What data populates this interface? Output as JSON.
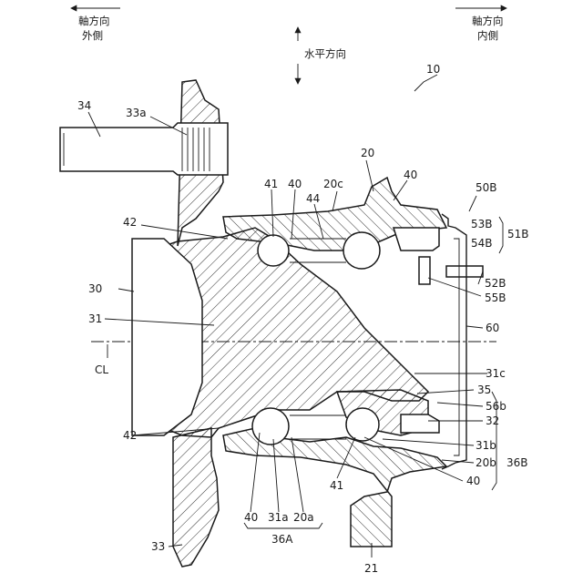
{
  "directions": {
    "axial_outer_line1": "軸方向",
    "axial_outer_line2": "外側",
    "horizontal": "水平方向",
    "axial_inner_line1": "軸方向",
    "axial_inner_line2": "内側"
  },
  "labels": {
    "ref_10": "10",
    "ref_34": "34",
    "ref_33a": "33a",
    "ref_20": "20",
    "ref_40_top_right": "40",
    "ref_41_top": "41",
    "ref_40_top": "40",
    "ref_20c": "20c",
    "ref_44": "44",
    "ref_50B": "50B",
    "ref_42": "42",
    "ref_53B": "53B",
    "ref_54B": "54B",
    "ref_51B": "51B",
    "ref_30": "30",
    "ref_52B": "52B",
    "ref_55B": "55B",
    "ref_31": "31",
    "ref_60": "60",
    "ref_CL": "CL",
    "ref_31c": "31c",
    "ref_35": "35",
    "ref_56b": "56b",
    "ref_32": "32",
    "ref_42_bottom": "42",
    "ref_31b": "31b",
    "ref_20b": "20b",
    "ref_36B": "36B",
    "ref_41_bottom": "41",
    "ref_40_bottom_right": "40",
    "ref_40_bottom": "40",
    "ref_31a": "31a",
    "ref_20a": "20a",
    "ref_36A": "36A",
    "ref_33": "33",
    "ref_21": "21"
  }
}
